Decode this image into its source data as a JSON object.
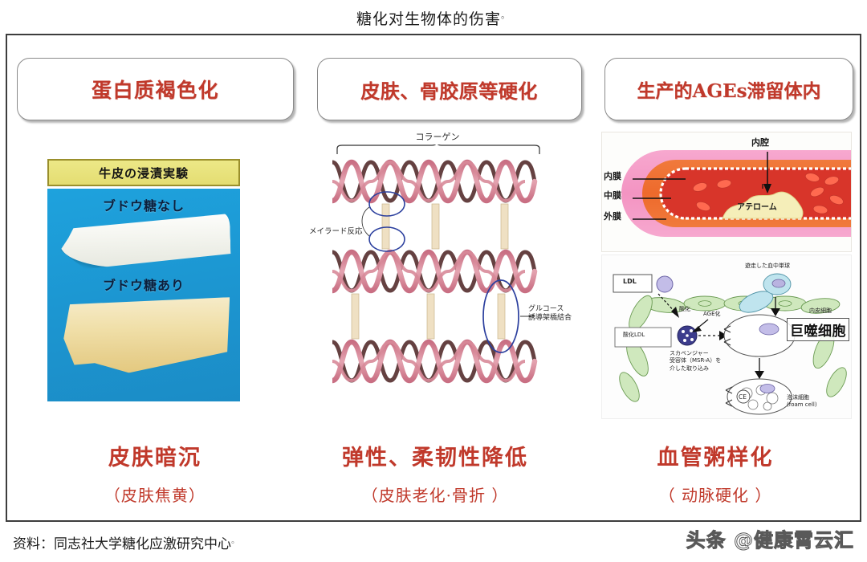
{
  "title": "糖化对生物体的伤害",
  "title_mark": "。",
  "headers": [
    {
      "label": "蛋白质褐色化"
    },
    {
      "label": "皮肤、骨胶原等硬化"
    },
    {
      "label": "生产的AGEs滞留体内"
    }
  ],
  "panel1": {
    "banner": "牛皮の浸漬実験",
    "photo_label_top": "ブドウ糖なし",
    "photo_label_bottom": "ブドウ糖あり",
    "bg_color": "#1c95d0",
    "banner_color": "#e4dd72"
  },
  "panel2": {
    "top_label": "コラーゲン",
    "left_label": "メイラード反応",
    "right_label_line1": "グルコース",
    "right_label_line2": "誘導架橋結合",
    "strand_color": "#d88a99",
    "crosslink_color": "#e9d9b8",
    "circle_color": "#2b3f9e"
  },
  "panel3": {
    "vessel": {
      "label_intima": "内膜",
      "label_media": "中膜",
      "label_adventitia": "外膜",
      "label_lumen": "内腔",
      "label_atheroma": "アテローム"
    },
    "macrophage": {
      "label_ldl": "LDL",
      "label_oxidation": "酸化",
      "label_age": "AGE化",
      "label_oxidized_ldl": "酸化LDL",
      "label_scavenger": "スカベンジャー\n受容体（MSR-A）を\n介した取り込み",
      "label_scavenger_l1": "スカベンジャー",
      "label_scavenger_l2": "受容体（MSR-A）を",
      "label_scavenger_l3": "介した取り込み",
      "label_migrated": "遊走した血中単球",
      "label_endothelial": "内皮細胞",
      "label_foam": "泡沫細胞",
      "label_foam_en": "(foam cell)",
      "label_cf": "CE",
      "label_macrophage": "巨噬细胞"
    }
  },
  "captions": [
    {
      "main": "皮肤暗沉",
      "sub": "（皮肤焦黄）"
    },
    {
      "main": "弹性、柔韧性降低",
      "sub": "（皮肤老化·骨折 ）"
    },
    {
      "main": "血管粥样化",
      "sub": "（ 动脉硬化 ）"
    }
  ],
  "footer": {
    "source": "资料：同志社大学糖化应激研究中心",
    "mark": "。",
    "watermark": "头条 @健康霄云汇"
  },
  "colors": {
    "accent_red": "#c0392b",
    "frame": "#3d3d3d"
  }
}
